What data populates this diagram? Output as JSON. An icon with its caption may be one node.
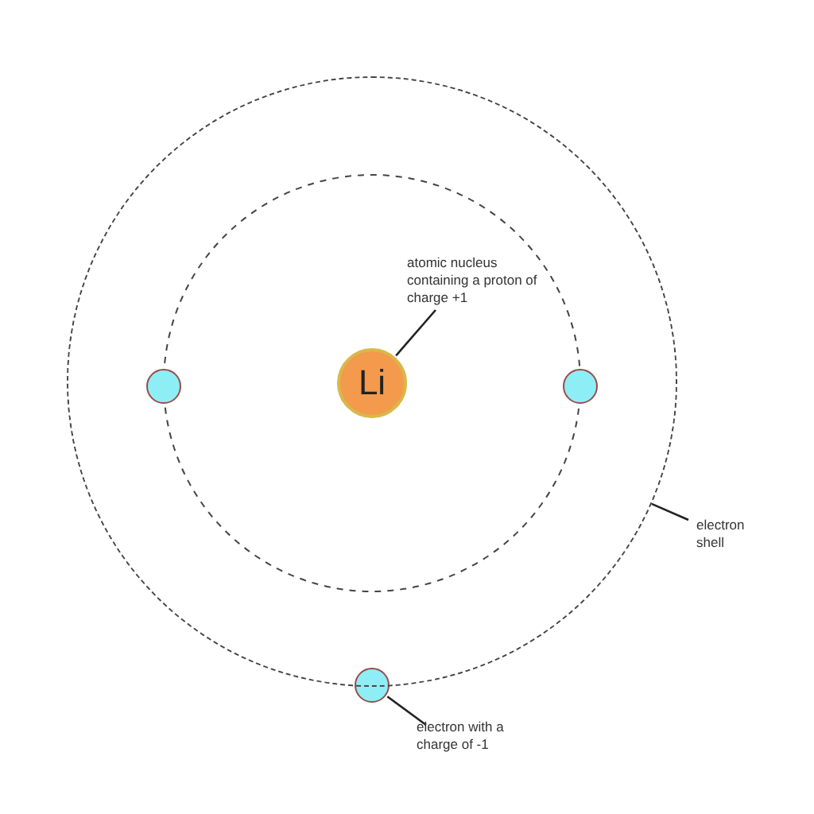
{
  "diagram": {
    "nodes": [
      {
        "text": [
          "Li"
        ],
        "in": 6
      },
      {
        "text": [
          "atomic nucleus containing a proton of charge +1"
        ],
        "in": 6
      },
      {
        "text": [],
        "shape": "circle",
        "in": 6
      },
      {
        "text": [],
        "shape": "circle",
        "in": 6
      },
      {
        "text": [],
        "shape": "circle"
      },
      {
        "text": [
          "electron with a charge of -1"
        ]
      },
      {
        "text": [],
        "shape": "circle"
      },
      {
        "text": [
          "electron shell"
        ]
      }
    ],
    "edges": [
      {
        "from": 1,
        "to": 0,
        "arrow": "none"
      },
      {
        "from": 5,
        "to": 4,
        "arrow": "none"
      },
      {
        "from": 7,
        "to": 6,
        "arrow": "none"
      }
    ]
  }
}
